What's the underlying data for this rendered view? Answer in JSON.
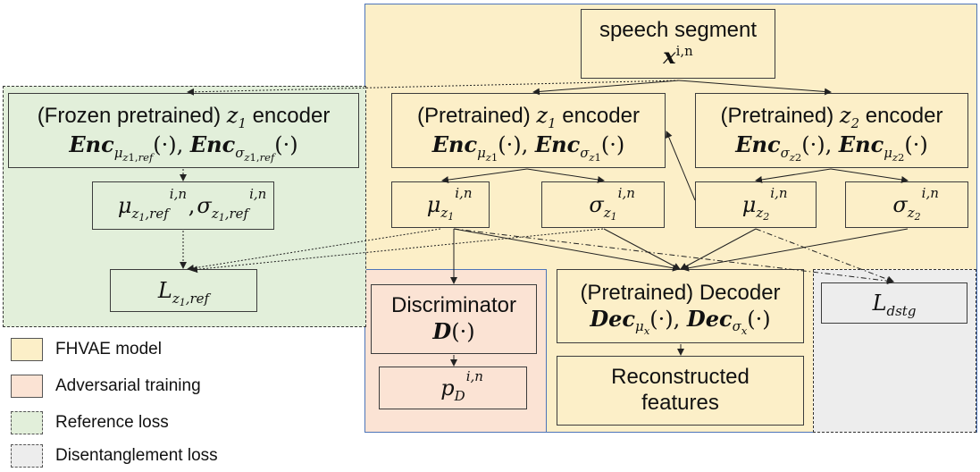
{
  "colors": {
    "fhvae": "#fcefc8",
    "adversarial": "#fbe3d4",
    "reference": "#e2efda",
    "disentangle": "#ededed",
    "fhvae_border": "#4d74b8",
    "line": "#222222"
  },
  "nodes": {
    "speech_segment": {
      "line1": "speech segment",
      "math": "x",
      "sup": "i,n"
    },
    "z1_encoder": {
      "prefix": "(Pretrained) ",
      "var": "z",
      "var_sub": "1",
      "suffix": " encoder",
      "math_line": "Enc"
    },
    "z2_encoder": {
      "prefix": "(Pretrained) ",
      "var": "z",
      "var_sub": "2",
      "suffix": " encoder",
      "math_line": "Enc"
    },
    "frozen_encoder": {
      "prefix": "(Frozen pretrained) ",
      "var": "z",
      "var_sub": "1",
      "suffix": " encoder",
      "math_line": "Enc"
    },
    "mu_z1": {
      "symbol": "μ",
      "sub": "z",
      "subsub": "1",
      "sup": "i,n"
    },
    "sigma_z1": {
      "symbol": "σ",
      "sub": "z",
      "subsub": "1",
      "sup": "i,n"
    },
    "mu_z2": {
      "symbol": "μ",
      "sub": "z",
      "subsub": "2",
      "sup": "i,n"
    },
    "sigma_z2": {
      "symbol": "σ",
      "sub": "z",
      "subsub": "2",
      "sup": "i,n"
    },
    "mu_sigma_ref": {
      "mu": "μ",
      "sigma": "σ",
      "sub": "z",
      "subsub": "1",
      "ref": ",ref",
      "sup": "i,n",
      "sep": ", "
    },
    "l_ref": {
      "symbol": "L",
      "sub": "z",
      "subsub": "1",
      "ref": ",ref"
    },
    "discriminator": {
      "line1": "Discriminator",
      "math": "D",
      "arg": "(·)"
    },
    "p_d": {
      "symbol": "p",
      "sub": "D",
      "sup": "i,n"
    },
    "decoder": {
      "line1": "(Pretrained) Decoder",
      "math_line": "Dec"
    },
    "reconstructed": {
      "line1": "Reconstructed",
      "line2": "features"
    },
    "l_dstg": {
      "symbol": "L",
      "sub": "dstg"
    }
  },
  "legend": [
    {
      "label": "FHVAE model",
      "color": "#fcefc8",
      "style": "solid"
    },
    {
      "label": "Adversarial training",
      "color": "#fbe3d4",
      "style": "solid"
    },
    {
      "label": "Reference loss",
      "color": "#e2efda",
      "style": "dashed"
    },
    {
      "label": "Disentanglement loss",
      "color": "#ededed",
      "style": "dashed"
    }
  ]
}
